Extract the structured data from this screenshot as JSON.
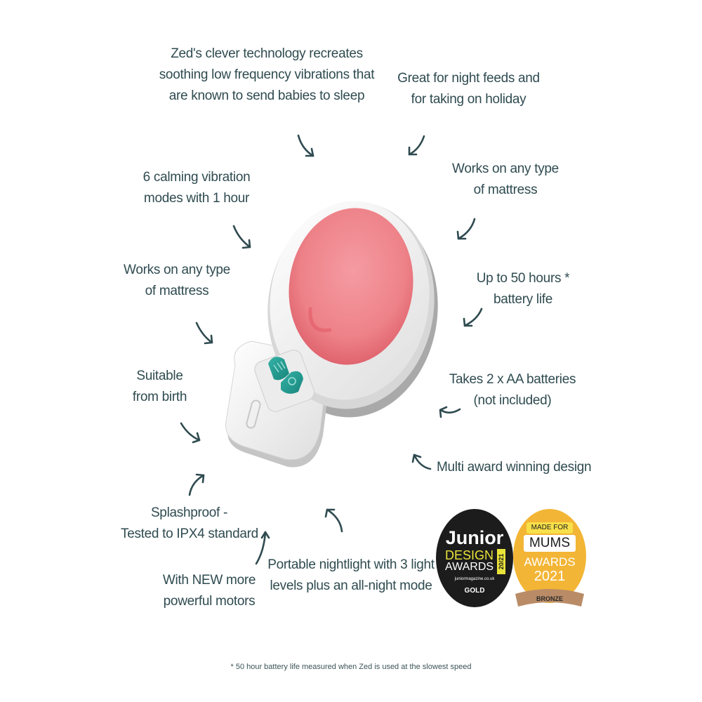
{
  "features": [
    {
      "id": "technology",
      "lines": [
        "Zed's clever technology recreates",
        "soothing low frequency vibrations that",
        "are known to send babies to sleep"
      ]
    },
    {
      "id": "night-feeds",
      "lines": [
        "Great for night feeds and",
        "for taking on holiday"
      ]
    },
    {
      "id": "vibration-modes",
      "lines": [
        "6 calming vibration",
        "modes with 1 hour"
      ]
    },
    {
      "id": "mattress-right",
      "lines": [
        "Works on any type",
        "of mattress"
      ]
    },
    {
      "id": "mattress-left",
      "lines": [
        "Works on any type",
        "of mattress"
      ]
    },
    {
      "id": "battery-life",
      "lines": [
        "Up to 50 hours *",
        "battery life"
      ]
    },
    {
      "id": "suitable-birth",
      "lines": [
        "Suitable",
        "from birth"
      ]
    },
    {
      "id": "batteries",
      "lines": [
        "Takes 2 x AA batteries",
        "(not included)"
      ]
    },
    {
      "id": "award-design",
      "lines": [
        "Multi award winning design"
      ]
    },
    {
      "id": "splashproof",
      "lines": [
        "Splashproof -",
        "Tested to IPX4 standard"
      ]
    },
    {
      "id": "motors",
      "lines": [
        "With NEW more",
        "powerful motors"
      ]
    },
    {
      "id": "nightlight",
      "lines": [
        "Portable nightlight with 3 light",
        "levels plus an all-night mode"
      ]
    }
  ],
  "badges": {
    "junior": {
      "title": "Junior",
      "line2": "DESIGN",
      "line3": "AWARDS",
      "year": "20/21",
      "url": "juniormagazine.co.uk",
      "level": "GOLD",
      "colors": {
        "bg": "#1c1c1c",
        "accent": "#e9e33a",
        "text": "#ffffff"
      }
    },
    "mums": {
      "line1": "MADE FOR",
      "line2": "MUMS",
      "line3": "AWARDS",
      "year": "2021",
      "level": "BRONZE",
      "colors": {
        "bg": "#f3b535",
        "tag": "#f7e04a",
        "ribbon": "#b98c67"
      }
    }
  },
  "footnote": "* 50 hour battery life measured when Zed is used at the slowest speed",
  "colors": {
    "text": "#2f4b50",
    "device_light": "#f08c93",
    "device_body": "#f1f1f1",
    "buttons": "#1f9a90"
  }
}
